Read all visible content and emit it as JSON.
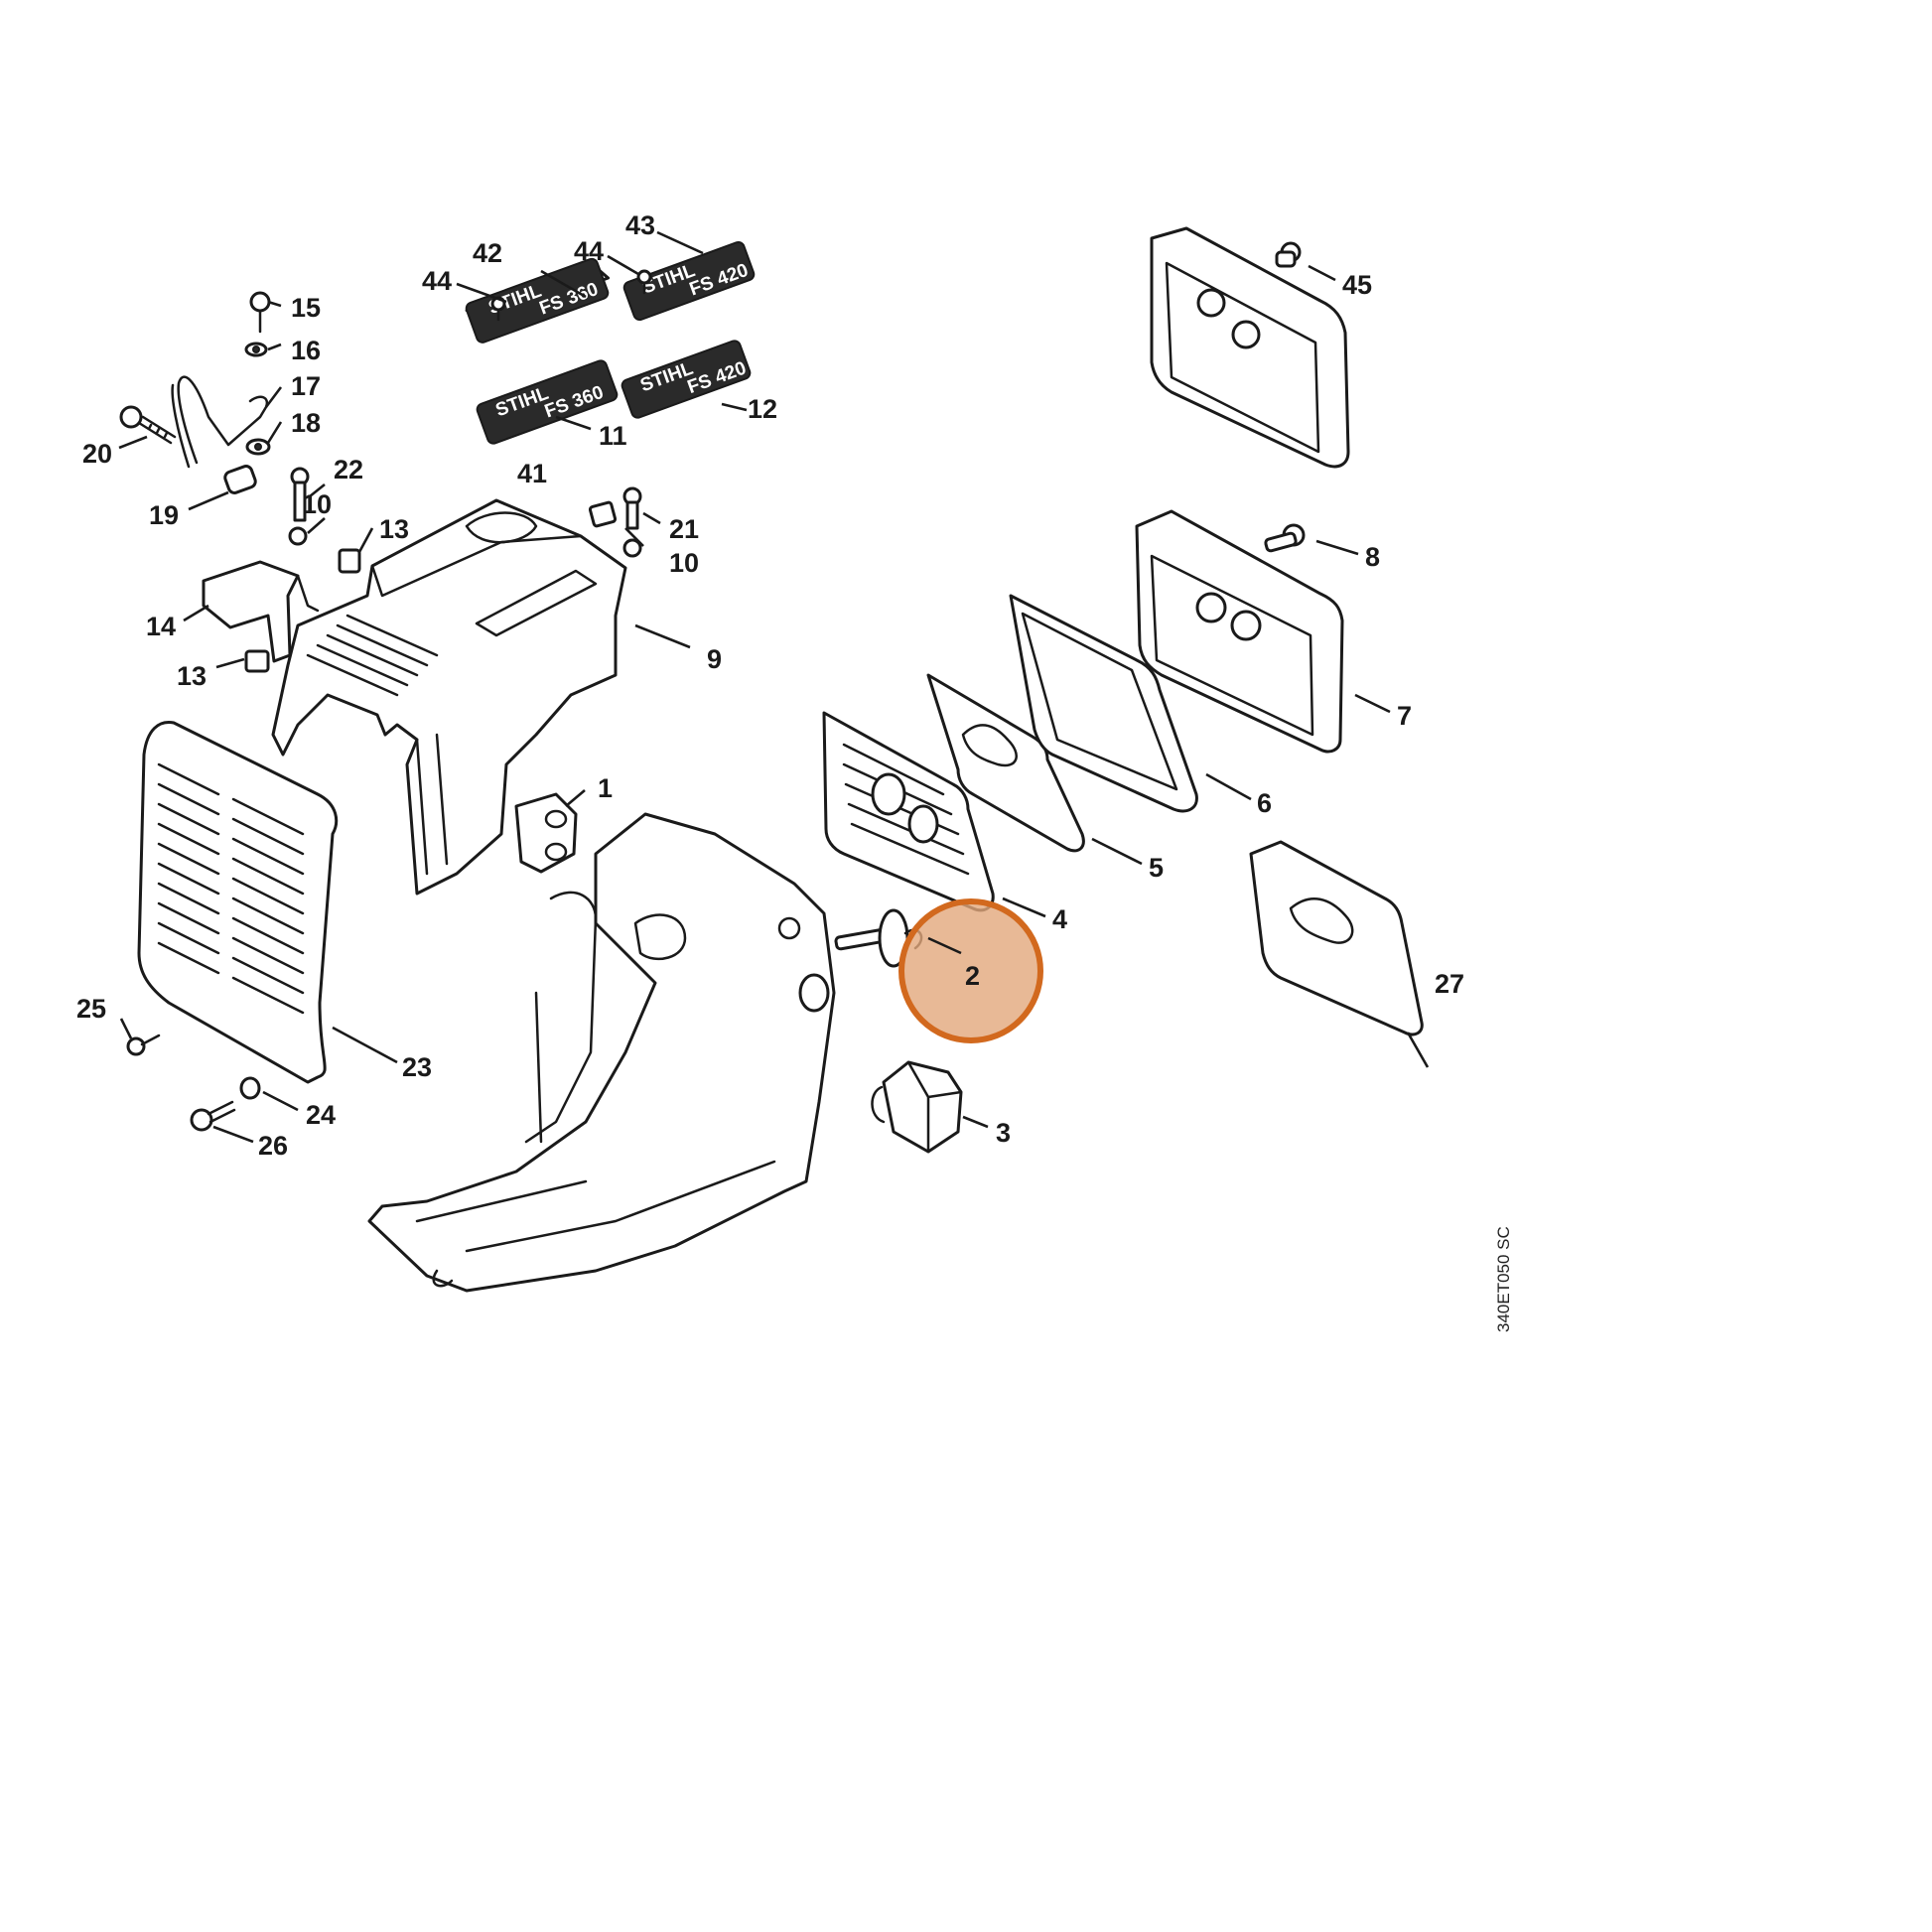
{
  "diagram": {
    "highlight": {
      "label": "2",
      "color": "#d2691e",
      "fill": "#e2a87c"
    },
    "drawing_code": "340ET050 SC",
    "plates": [
      {
        "brand": "STIHL",
        "model": "FS 360"
      },
      {
        "brand": "STIHL",
        "model": "FS 420"
      },
      {
        "brand": "STIHL",
        "model": "FS 360"
      },
      {
        "brand": "STIHL",
        "model": "FS 420"
      }
    ],
    "callouts": [
      "1",
      "2",
      "3",
      "4",
      "5",
      "6",
      "7",
      "8",
      "9",
      "10",
      "10",
      "11",
      "12",
      "13",
      "13",
      "14",
      "15",
      "16",
      "17",
      "18",
      "19",
      "20",
      "21",
      "22",
      "23",
      "24",
      "25",
      "26",
      "27",
      "41",
      "42",
      "43",
      "44",
      "44",
      "45"
    ]
  }
}
